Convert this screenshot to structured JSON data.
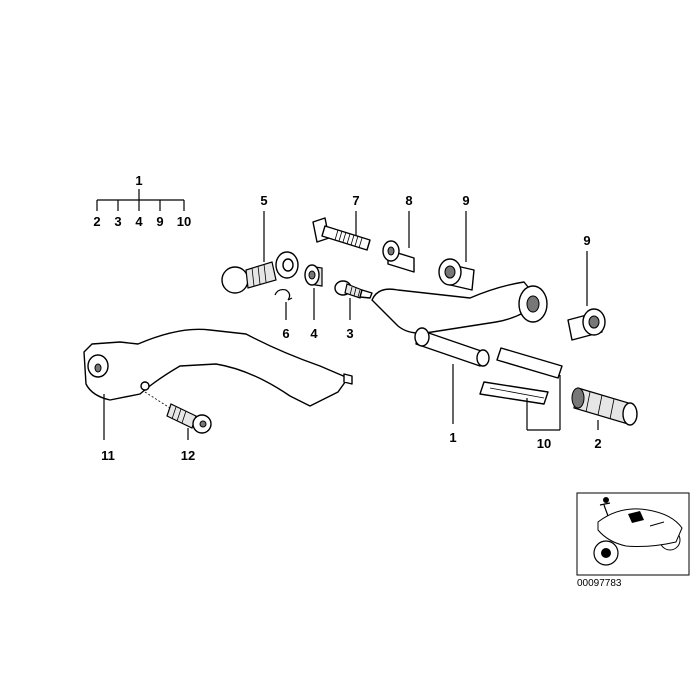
{
  "tree": {
    "root": "1",
    "children": [
      "2",
      "3",
      "4",
      "9",
      "10"
    ]
  },
  "callouts": {
    "c5": "5",
    "c7": "7",
    "c8": "8",
    "c9a": "9",
    "c9b": "9",
    "c6": "6",
    "c4": "4",
    "c3": "3",
    "c1": "1",
    "c10": "10",
    "c2": "2",
    "c11": "11",
    "c12": "12"
  },
  "thumbnail": {
    "ref_number": "00097783"
  }
}
